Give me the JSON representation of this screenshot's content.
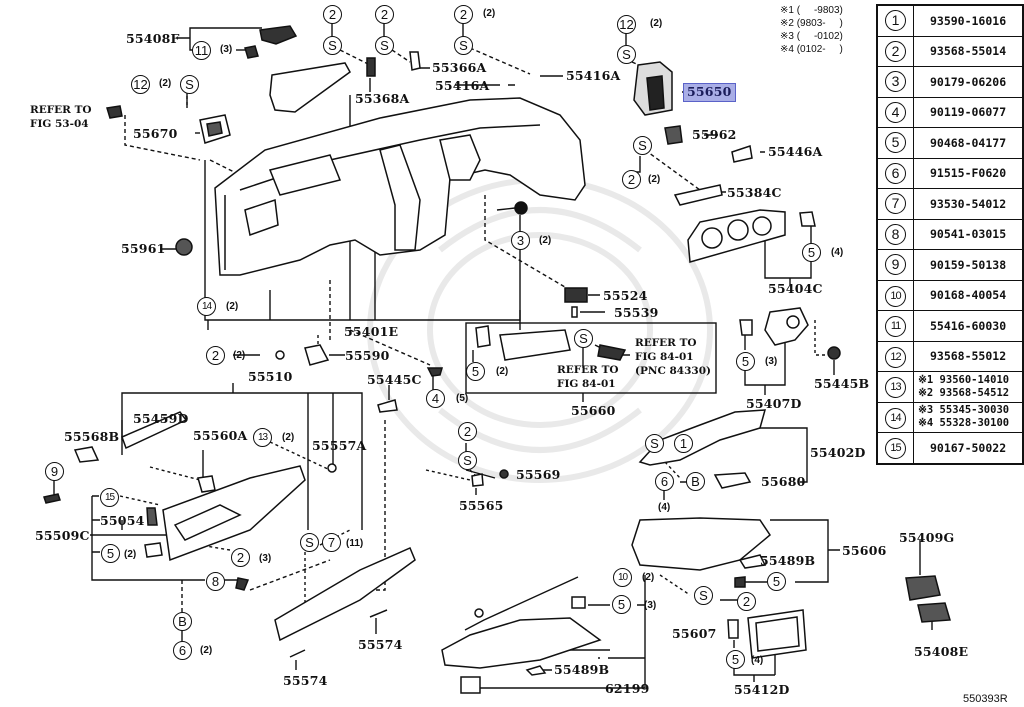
{
  "diagram": {
    "title": "Instrument panel parts diagram",
    "figure_number": "550393R",
    "highlight_color": "#a9aee6",
    "highlighted_part": "55650"
  },
  "footnotes": [
    "※1 (     -9803)",
    "※2 (9803-     )",
    "※3 (     -0102)",
    "※4 (0102-     )"
  ],
  "legend": [
    {
      "key": "1",
      "parts": [
        "93590-16016"
      ]
    },
    {
      "key": "2",
      "parts": [
        "93568-55014"
      ]
    },
    {
      "key": "3",
      "parts": [
        "90179-06206"
      ]
    },
    {
      "key": "4",
      "parts": [
        "90119-06077"
      ]
    },
    {
      "key": "5",
      "parts": [
        "90468-04177"
      ]
    },
    {
      "key": "6",
      "parts": [
        "91515-F0620"
      ]
    },
    {
      "key": "7",
      "parts": [
        "93530-54012"
      ]
    },
    {
      "key": "8",
      "parts": [
        "90541-03015"
      ]
    },
    {
      "key": "9",
      "parts": [
        "90159-50138"
      ]
    },
    {
      "key": "10",
      "parts": [
        "90168-40054"
      ]
    },
    {
      "key": "11",
      "parts": [
        "55416-60030"
      ]
    },
    {
      "key": "12",
      "parts": [
        "93568-55012"
      ]
    },
    {
      "key": "13",
      "parts": [
        "※1 93560-14010",
        "※2 93568-54512"
      ]
    },
    {
      "key": "14",
      "parts": [
        "※3 55345-30030",
        "※4 55328-30100"
      ]
    },
    {
      "key": "15",
      "parts": [
        "90167-50022"
      ]
    }
  ],
  "part_labels": {
    "p55408F": "55408F",
    "p55366A": "55366A",
    "p55368A": "55368A",
    "p55416A_top": "55416A",
    "p55416A_mid": "55416A",
    "p55650": "55650",
    "p55670": "55670",
    "p55962": "55962",
    "p55446A": "55446A",
    "p55384C": "55384C",
    "p55961": "55961",
    "p55404C": "55404C",
    "p55524": "55524",
    "p55539": "55539",
    "p55401E": "55401E",
    "p55590": "55590",
    "p55510": "55510",
    "p55445C": "55445C",
    "p55660": "55660",
    "p55407D": "55407D",
    "p55445B": "55445B",
    "p55459D": "55459D",
    "p55560A": "55560A",
    "p55557A": "55557A",
    "p55568B": "55568B",
    "p55569": "55569",
    "p55565": "55565",
    "p55402D": "55402D",
    "p55680": "55680",
    "p55054": "55054",
    "p55509C": "55509C",
    "p55606": "55606",
    "p55489B_a": "55489B",
    "p55489B_b": "55489B",
    "p55409G": "55409G",
    "p55607": "55607",
    "p55574_a": "55574",
    "p55574_b": "55574",
    "p55412D": "55412D",
    "p55408E": "55408E",
    "p62199": "62199"
  },
  "references": {
    "fig53": "REFER TO\nFIG 53-04",
    "fig84_a": "REFER TO\nFIG 84-01",
    "fig84_b": "REFER TO\nFIG 84-01\n(PNC 84330)"
  },
  "callouts": {
    "c11_top": "11",
    "q11_top": "(3)",
    "c12_left": "12",
    "q12_left": "(2)",
    "s12_left": "S",
    "c2_a": "2",
    "s2_a": "S",
    "c2_b": "2",
    "s2_b": "S",
    "c2_c": "2",
    "q2_c": "(2)",
    "s2_c": "S",
    "c12_right": "12",
    "q12_right": "(2)",
    "s12_right": "S",
    "s_55384": "S",
    "c2_55384": "2",
    "q2_55384": "(2)",
    "c3": "3",
    "q3": "(2)",
    "c5_55404": "5",
    "q5_55404": "(4)",
    "c14": "14",
    "q14": "(2)",
    "c2_55590": "2",
    "q2_55590": "(2)",
    "c4": "4",
    "q4": "(5)",
    "c5_55660": "5",
    "q5_55660": "(2)",
    "s_55660": "S",
    "c5_55407": "5",
    "q5_55407": "(3)",
    "c13": "13",
    "q13": "(2)",
    "c9": "9",
    "c15": "15",
    "c5_55509": "5",
    "q5_55509": "(2)",
    "c2_55509": "2",
    "q2_55509": "(3)",
    "s_55557": "S",
    "c7": "7",
    "q7": "(11)",
    "c8": "8",
    "b_lower": "B",
    "c6_lower": "6",
    "q6_lower": "(2)",
    "c2_55569": "2",
    "s_55569": "S",
    "s_55402": "S",
    "c1": "1",
    "c6_mid": "6",
    "b_mid": "B",
    "q6_mid": "(4)",
    "c5_55606": "5",
    "c10": "10",
    "q10": "(2)",
    "s_55606": "S",
    "c2_55606": "2",
    "c5_55607": "5",
    "q5_55607": "(3)",
    "c5_55412": "5",
    "q5_55412": "(4)"
  }
}
